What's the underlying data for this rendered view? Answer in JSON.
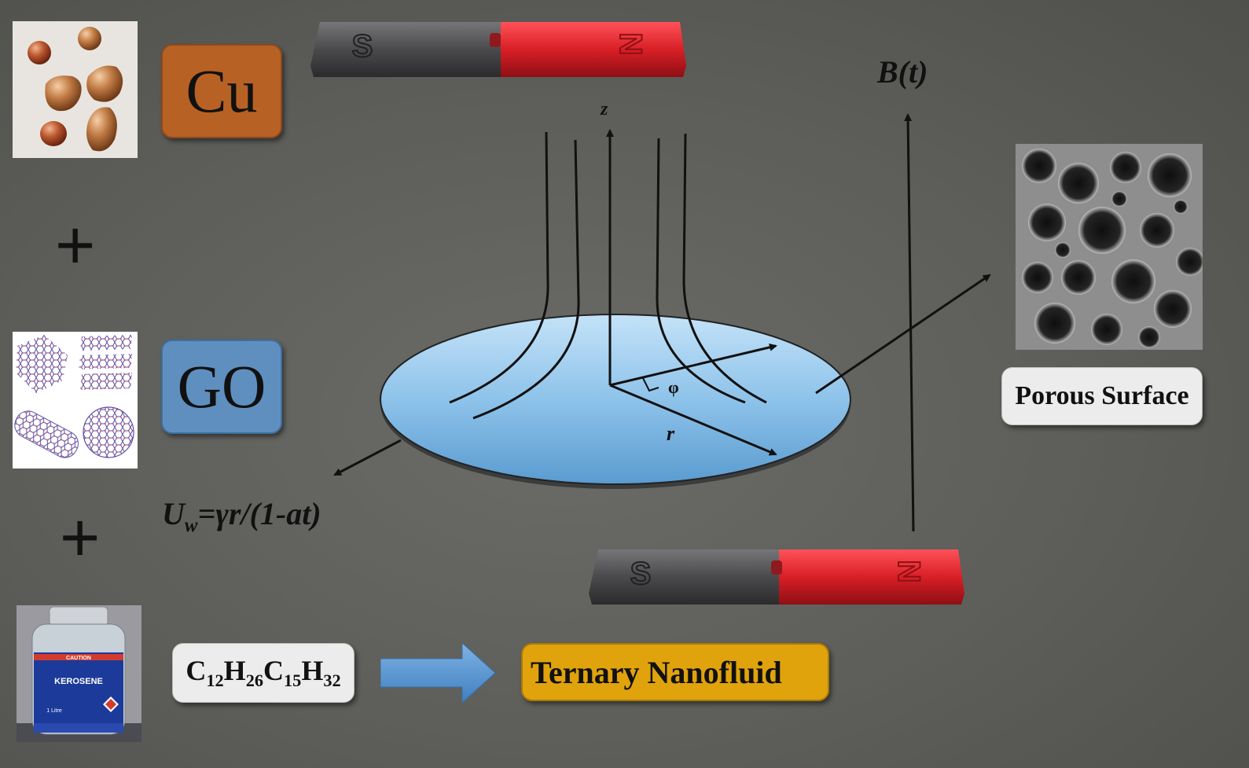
{
  "materials": [
    {
      "id": "cu",
      "label": "Cu",
      "color": "#b86125"
    },
    {
      "id": "go",
      "label": "GO",
      "color": "#5f8fbf"
    },
    {
      "id": "kerosene",
      "formula": {
        "c1": "C",
        "n1": "12",
        "h1": "H",
        "n2": "26",
        "c2": "C",
        "n3": "15",
        "h2": "H",
        "n4": "32"
      }
    }
  ],
  "kerosene_label": {
    "caution": "CAUTION",
    "name": "KEROSENE",
    "volume": "1 Litre"
  },
  "plus_sign": "+",
  "result": {
    "label": "Ternary Nanofluid",
    "color": "#e0a30c"
  },
  "porous": {
    "label": "Porous Surface"
  },
  "axes": {
    "z": "z",
    "r": "r",
    "phi": "φ"
  },
  "field": {
    "B": "B(t)"
  },
  "velocity": {
    "U": "U",
    "sub": "w",
    "expr": "=γr/(1-at)"
  },
  "magnet": {
    "south": "S",
    "north": "N",
    "south_color": "#4a4a4c",
    "north_color": "#d81f26"
  },
  "colors": {
    "disk": "#8ec3ea",
    "arrow": "#5b9bd5"
  }
}
